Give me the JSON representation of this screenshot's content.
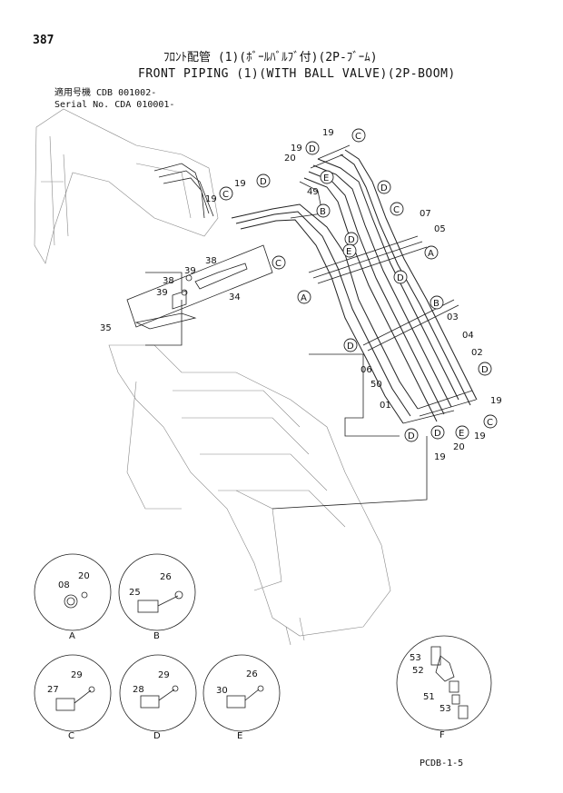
{
  "header": {
    "page_number": "387",
    "title_jp": "ﾌﾛﾝﾄ配管 (1)(ﾎﾞｰﾙﾊﾞﾙﾌﾞ付)(2P-ﾌﾞｰﾑ)",
    "title_en": "FRONT PIPING (1)(WITH BALL VALVE)(2P-BOOM)",
    "serial_line1": "適用号機 CDB 001002-",
    "serial_line2": "Serial No. CDA 010001-"
  },
  "footer": {
    "code": "PCDB-1-5"
  },
  "main_callouts": {
    "circled": [
      "C",
      "D",
      "D",
      "C",
      "D",
      "B",
      "E",
      "C",
      "D",
      "A",
      "C",
      "A",
      "D",
      "B",
      "D",
      "D",
      "E",
      "C",
      "D",
      "D",
      "E"
    ],
    "part_numbers": [
      "19",
      "19",
      "20",
      "19",
      "19",
      "49",
      "07",
      "05",
      "38",
      "39",
      "38",
      "39",
      "34",
      "35",
      "03",
      "04",
      "02",
      "06",
      "50",
      "01",
      "19",
      "19",
      "20",
      "19"
    ]
  },
  "details": {
    "A": {
      "label": "A",
      "parts": [
        "08",
        "20"
      ]
    },
    "B": {
      "label": "B",
      "parts": [
        "25",
        "26"
      ]
    },
    "C": {
      "label": "C",
      "parts": [
        "27",
        "29"
      ]
    },
    "D": {
      "label": "D",
      "parts": [
        "28",
        "29"
      ]
    },
    "E": {
      "label": "E",
      "parts": [
        "30",
        "26"
      ]
    },
    "F": {
      "label": "F",
      "parts": [
        "53",
        "52",
        "51",
        "53"
      ]
    }
  }
}
